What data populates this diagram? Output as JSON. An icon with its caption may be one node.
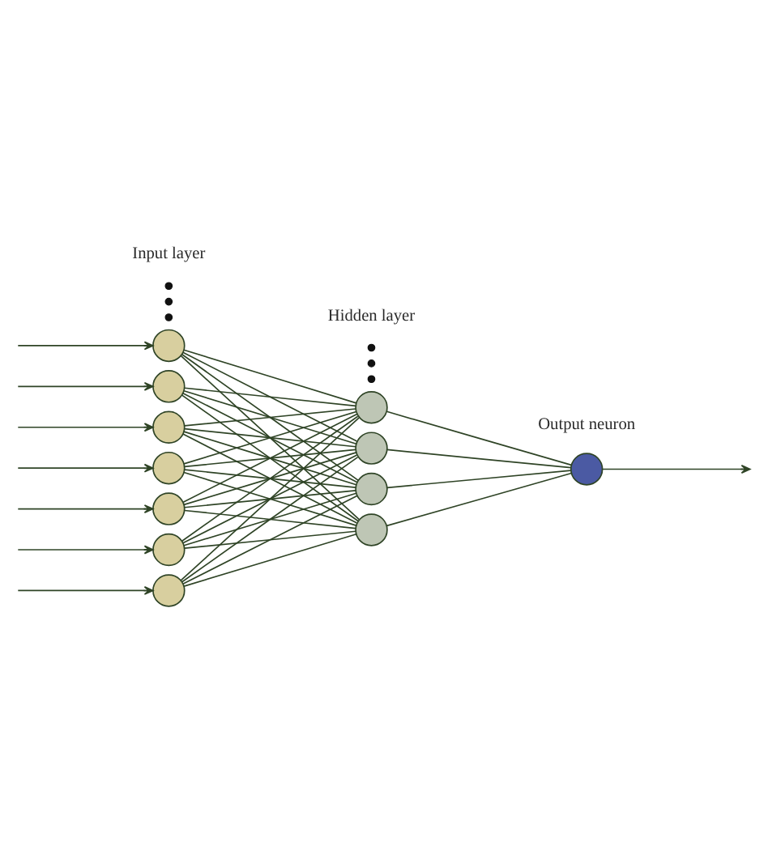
{
  "diagram": {
    "nodes": [
      {
        "text": [],
        "shape": "circle"
      },
      {
        "text": [],
        "shape": "circle"
      },
      {
        "text": [],
        "shape": "circle"
      },
      {
        "text": [],
        "shape": "circle"
      },
      {
        "text": [],
        "shape": "circle"
      },
      {
        "text": [],
        "shape": "circle"
      },
      {
        "text": [],
        "shape": "circle"
      },
      {
        "text": [],
        "shape": "circle"
      },
      {
        "text": [],
        "shape": "circle"
      },
      {
        "text": [],
        "shape": "circle"
      },
      {
        "text": [],
        "shape": "circle"
      },
      {
        "text": [],
        "shape": "circle"
      }
    ],
    "edges": [
      {
        "from": null,
        "to": 0,
        "arrow": "to"
      },
      {
        "from": null,
        "to": 1,
        "arrow": "to"
      },
      {
        "from": null,
        "to": 2,
        "arrow": "to"
      },
      {
        "from": null,
        "to": 3,
        "arrow": "to"
      },
      {
        "from": null,
        "to": 4,
        "arrow": "to"
      },
      {
        "from": null,
        "to": 5,
        "arrow": "to"
      },
      {
        "from": null,
        "to": 6,
        "arrow": "to"
      },
      {
        "from": 0,
        "to": 7,
        "arrow": "none"
      },
      {
        "from": 0,
        "to": 8,
        "arrow": "none"
      },
      {
        "from": 0,
        "to": 9,
        "arrow": "none"
      },
      {
        "from": 0,
        "to": 10,
        "arrow": "none"
      },
      {
        "from": 1,
        "to": 7,
        "arrow": "none"
      },
      {
        "from": 1,
        "to": 8,
        "arrow": "none"
      },
      {
        "from": 1,
        "to": 9,
        "arrow": "none"
      },
      {
        "from": 1,
        "to": 10,
        "arrow": "none"
      },
      {
        "from": 2,
        "to": 7,
        "arrow": "none"
      },
      {
        "from": 2,
        "to": 8,
        "arrow": "none"
      },
      {
        "from": 2,
        "to": 9,
        "arrow": "none"
      },
      {
        "from": 2,
        "to": 10,
        "arrow": "none"
      },
      {
        "from": 3,
        "to": 7,
        "arrow": "none"
      },
      {
        "from": 3,
        "to": 8,
        "arrow": "none"
      },
      {
        "from": 3,
        "to": 9,
        "arrow": "none"
      },
      {
        "from": 3,
        "to": 10,
        "arrow": "none"
      },
      {
        "from": 4,
        "to": 7,
        "arrow": "none"
      },
      {
        "from": 4,
        "to": 8,
        "arrow": "none"
      },
      {
        "from": 4,
        "to": 9,
        "arrow": "none"
      },
      {
        "from": 4,
        "to": 10,
        "arrow": "none"
      },
      {
        "from": 5,
        "to": 7,
        "arrow": "none"
      },
      {
        "from": 5,
        "to": 8,
        "arrow": "none"
      },
      {
        "from": 5,
        "to": 9,
        "arrow": "none"
      },
      {
        "from": 5,
        "to": 10,
        "arrow": "none"
      },
      {
        "from": 6,
        "to": 7,
        "arrow": "none"
      },
      {
        "from": 6,
        "to": 8,
        "arrow": "none"
      },
      {
        "from": 6,
        "to": 9,
        "arrow": "none"
      },
      {
        "from": 6,
        "to": 10,
        "arrow": "none"
      },
      {
        "from": 7,
        "to": 11,
        "arrow": "none"
      },
      {
        "from": 8,
        "to": 11,
        "arrow": "none"
      },
      {
        "from": 9,
        "to": 11,
        "arrow": "none"
      },
      {
        "from": 10,
        "to": 11,
        "arrow": "none"
      },
      {
        "from": 11,
        "to": null,
        "arrow": "to"
      }
    ],
    "labels": [
      "Input layer",
      "Hidden layer",
      "Output neuron"
    ]
  }
}
